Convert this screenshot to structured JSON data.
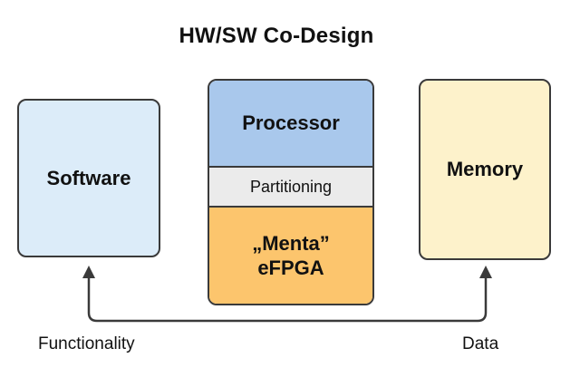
{
  "title": "HW/SW Co-Design",
  "blocks": {
    "software": {
      "label": "Software",
      "color": "#dcecf9"
    },
    "hardware_stack": {
      "segments": [
        {
          "label": "Processor",
          "color": "#a9c8ec"
        },
        {
          "label": "Partitioning",
          "color": "#ebebeb"
        },
        {
          "label_line1": "„Menta”",
          "label_line2": "eFPGA",
          "color": "#fcc56d"
        }
      ]
    },
    "memory": {
      "label": "Memory",
      "color": "#fdf2cb"
    }
  },
  "connector": {
    "from": "bottom-baseline",
    "targets": [
      "Software",
      "Memory"
    ]
  },
  "captions": {
    "left": "Functionality",
    "right": "Data"
  }
}
